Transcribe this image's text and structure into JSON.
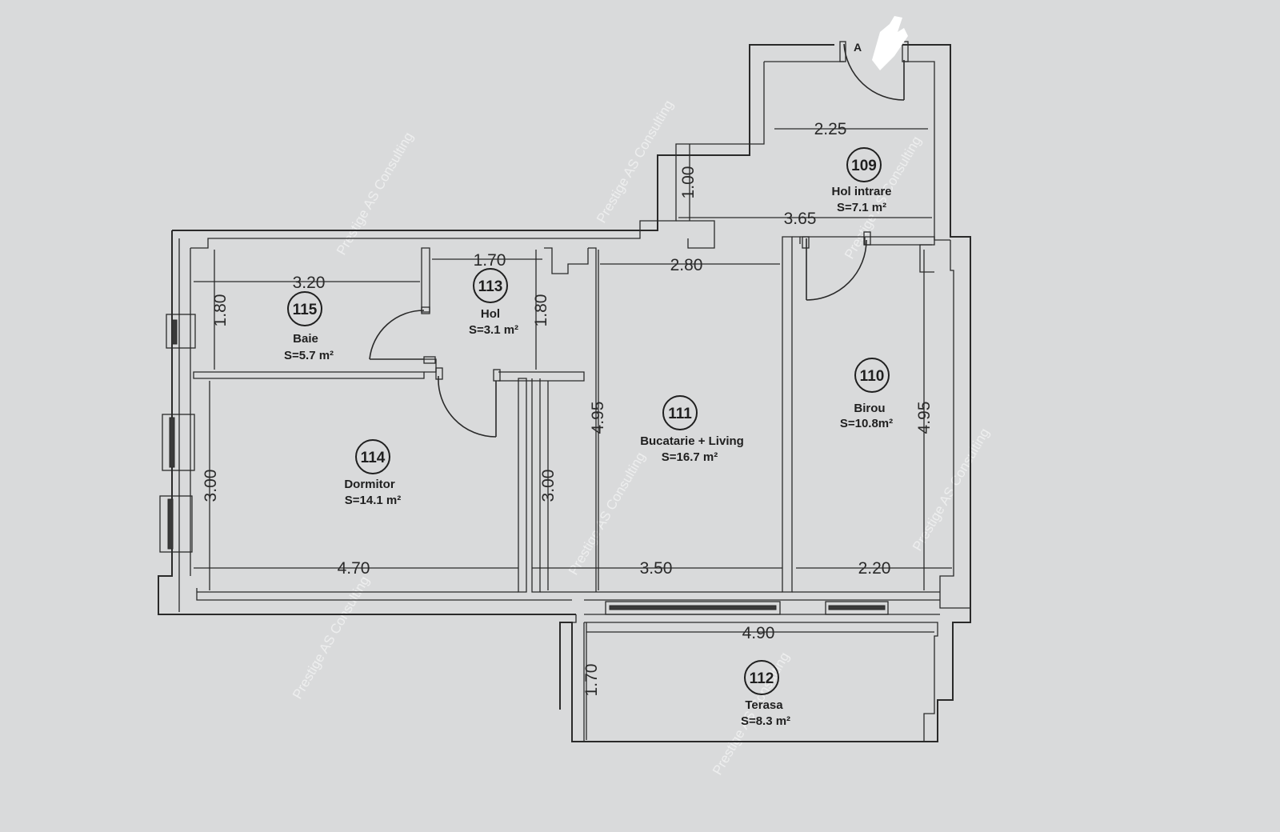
{
  "entry_label": "A",
  "rooms": [
    {
      "id": "109",
      "name": "Hol intrare",
      "area": "S=7.1 m²"
    },
    {
      "id": "110",
      "name": "Birou",
      "area": "S=10.8m²"
    },
    {
      "id": "111",
      "name": "Bucatarie + Living",
      "area": "S=16.7  m²"
    },
    {
      "id": "112",
      "name": "Terasa",
      "area": "S=8.3 m²"
    },
    {
      "id": "113",
      "name": "Hol",
      "area": "S=3.1 m²"
    },
    {
      "id": "114",
      "name": "Dormitor",
      "area": "S=14.1 m²"
    },
    {
      "id": "115",
      "name": "Baie",
      "area": "S=5.7 m²"
    }
  ],
  "dimensions": {
    "hol_intrare_width": "2.25",
    "hol_intrare_depth": "1.00",
    "hol_intrare_length": "3.65",
    "living_top": "2.80",
    "hol_width": "1.70",
    "baie_width": "3.20",
    "baie_height": "1.80",
    "hol_height": "1.80",
    "living_height": "4.95",
    "birou_height": "4.95",
    "dormitor_height": "3.00",
    "hol_lower_height": "3.00",
    "dormitor_width": "4.70",
    "living_width": "3.50",
    "birou_width": "2.20",
    "terasa_width": "4.90",
    "terasa_depth": "1.70"
  },
  "watermark": "Prestige AS Consulting"
}
